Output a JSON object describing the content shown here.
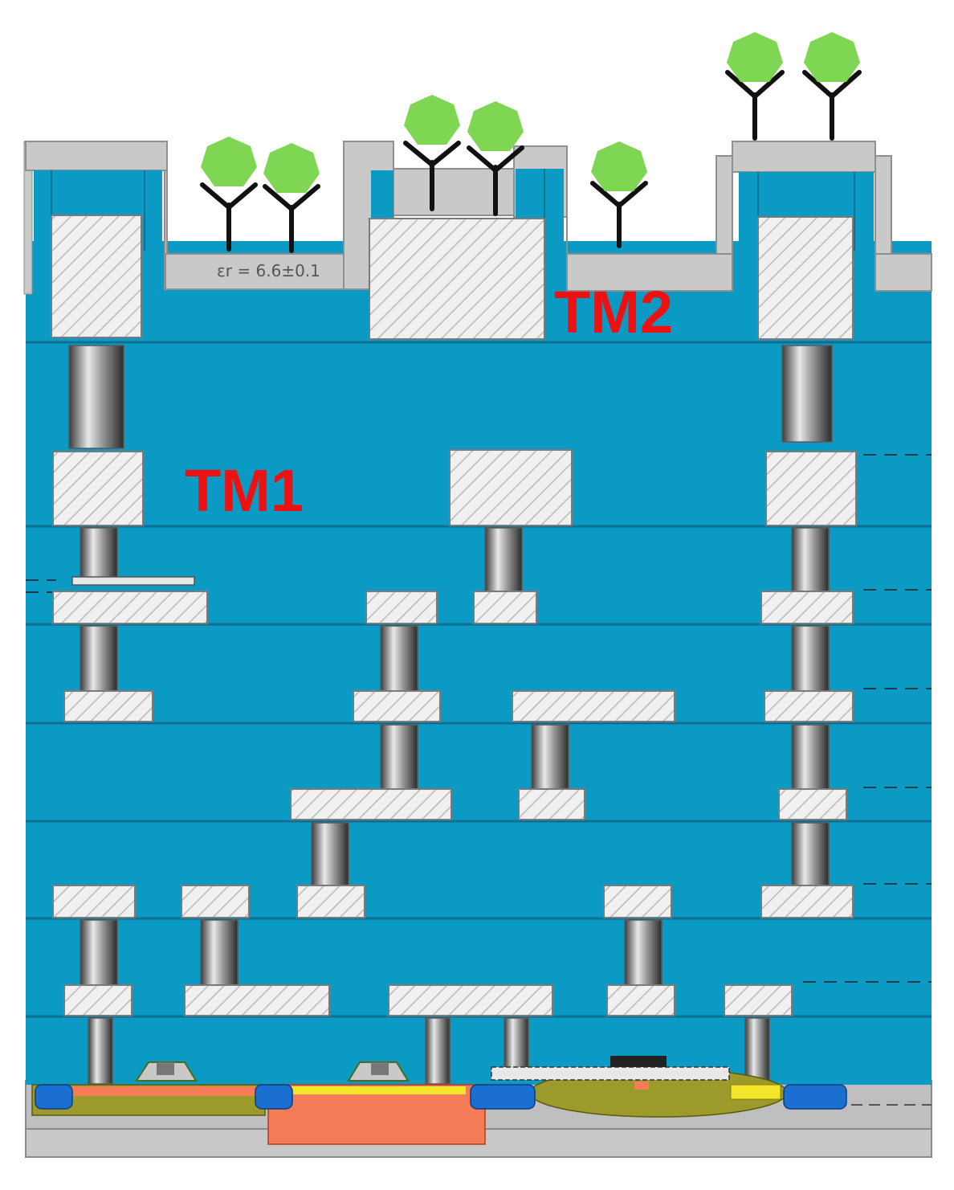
{
  "labels": {
    "tm1": "TM1",
    "tm2": "TM2",
    "permittivity": "εr = 6.6±0.1"
  },
  "colors": {
    "dielectric": "#0a9ac4",
    "dielectric_line": "#0d6f92",
    "passivation": "#c9c9c9",
    "metal": "#f0f0f0",
    "hatch": "#b9b9b9",
    "label_red": "#ee1111",
    "antibody_stem": "#111111",
    "antigen_green": "#7ed653",
    "substrate": "#bfbfbf",
    "p_well": "#9c9a2a",
    "n_well": "#f47d58",
    "sti": "#1b6fd0",
    "gate_yellow": "#f2e52a"
  },
  "icons": {
    "antibody": "antibody-icon",
    "antigen": "antigen-hexagon-icon"
  }
}
